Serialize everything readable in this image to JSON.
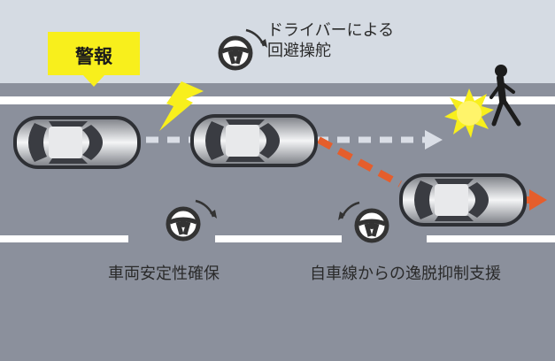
{
  "warning": {
    "label": "警報"
  },
  "driver_steering": {
    "line1": "ドライバーによる",
    "line2": "回避操舵"
  },
  "stability": {
    "label": "車両安定性確保"
  },
  "lane_departure": {
    "label": "自車線からの逸脱抑制支援"
  },
  "colors": {
    "sky": "#d5dbe3",
    "road": "#8b909c",
    "lane_line": "#ffffff",
    "warning_yellow": "#f8ef1c",
    "avoidance_arrow": "#e55e2c",
    "planned_path": "#dadee6"
  },
  "icons": [
    "steering-wheel-icon",
    "lightning-icon",
    "pedestrian-icon",
    "collision-flash-icon"
  ]
}
